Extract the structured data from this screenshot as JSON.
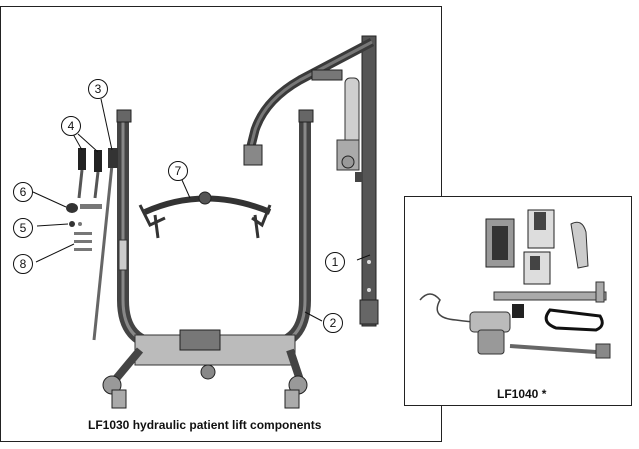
{
  "figure": {
    "main_caption": "LF1030 hydraulic patient lift components",
    "inset_caption": "LF1040 *",
    "callouts": [
      "1",
      "2",
      "3",
      "4",
      "5",
      "6",
      "7",
      "8"
    ]
  }
}
